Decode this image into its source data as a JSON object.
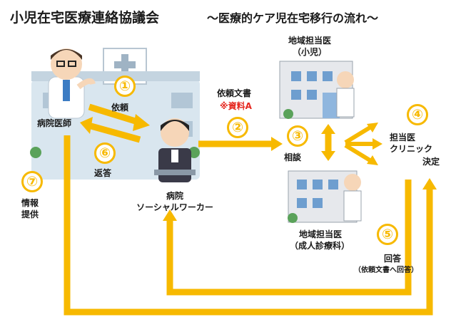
{
  "header": {
    "title": "小児在宅医療連絡協議会",
    "subtitle": "〜医療的ケア児在宅移行の流れ〜"
  },
  "steps": [
    "①",
    "②",
    "③",
    "④",
    "⑤",
    "⑥",
    "⑦"
  ],
  "labels": {
    "hospital_doctor": "病院医師",
    "request": "依頼",
    "reply": "返答",
    "worker_line1": "病院",
    "worker_line2": "ソーシャルワーカー",
    "request_doc": "依頼文書",
    "material_a": "※資料A",
    "consult": "相談",
    "pediatric_line1": "地域担当医",
    "pediatric_line2": "（小児）",
    "adult_line1": "地域担当医",
    "adult_line2": "（成人診療科）",
    "decide_line1": "担当医",
    "decide_line2": "クリニック",
    "decide_line3": "決定",
    "answer": "回答",
    "answer_note": "（依頼文書へ回答）",
    "info_line1": "情報",
    "info_line2": "提供"
  },
  "icons": {
    "doctor": "doctor-figure",
    "hospital": "hospital-building",
    "worker": "social-worker-figure",
    "clinic": "clinic-building"
  },
  "colors": {
    "arrow": "#f7b900",
    "accent_red": "#e5261e",
    "hospital_bg": "#d9e6ef"
  }
}
